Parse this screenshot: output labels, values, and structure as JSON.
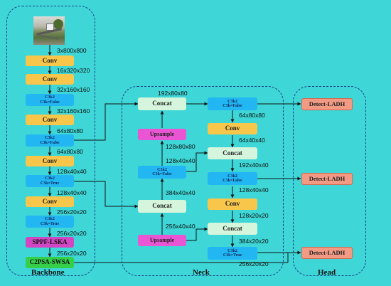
{
  "colors": {
    "background": "#3ed6d6",
    "conv": "#f7c64a",
    "c3k2": "#22b7f2",
    "concat": "#d5f6dc",
    "upsample": "#ea55d3",
    "sppf": "#d246c4",
    "c2psa": "#35cf4a",
    "detect": "#f39a84",
    "region_border": "#1c3f8a"
  },
  "regions": {
    "backbone": "Backbone",
    "neck": "Neck",
    "head": "Head"
  },
  "backbone": {
    "input_dim": "3x800x800",
    "conv1": "Conv",
    "dim1": "16x320x320",
    "conv2": "Conv",
    "dim2": "32x160x160",
    "c3k2_1": {
      "title": "C3k2",
      "sub": "C3k=False"
    },
    "dim3": "32x160x160",
    "conv3": "Conv",
    "dim4": "64x80x80",
    "c3k2_2": {
      "title": "C3k2",
      "sub": "C3k=False"
    },
    "dim5": "64x80x80",
    "conv4": "Conv",
    "dim6": "128x40x40",
    "c3k2_3": {
      "title": "C3k2",
      "sub": "C3k=True"
    },
    "dim7": "128x40x40",
    "conv5": "Conv",
    "dim8": "256x20x20",
    "c3k2_4": {
      "title": "C3k2",
      "sub": "C3k=True"
    },
    "dim9": "256x20x20",
    "sppf": "SPPF-LSKA",
    "dim10": "256x20x20",
    "c2psa": "C2PSA-SWSA"
  },
  "neck": {
    "concat1": "Concat",
    "dim_concat1": "192x80x80",
    "upsample1": "Upsample",
    "dim_up1": "128x80x80",
    "c3k2_a": {
      "title": "C3k2",
      "sub": "C3k=False"
    },
    "dim_c3a": "128x40x40",
    "dim_concat2_in": "384x40x40",
    "concat2": "Concat",
    "upsample2": "Upsample",
    "dim_up2": "256x40x40",
    "c3k2_b": {
      "title": "C3k2",
      "sub": "C3k=False"
    },
    "dim_c3b": "64x80x80",
    "conv_a": "Conv",
    "dim_conv_a": "64x40x40",
    "concat3": "Concat",
    "dim_concat3": "192x40x40",
    "c3k2_c": {
      "title": "C3k2",
      "sub": "C3k=False"
    },
    "dim_c3c": "128x40x40",
    "conv_b": "Conv",
    "dim_conv_b": "128x20x20",
    "concat4": "Concat",
    "dim_concat4": "384x20x20",
    "c3k2_d": {
      "title": "C3k2",
      "sub": "C3k=True"
    },
    "dim_c3d": "256x20x20"
  },
  "head": {
    "detect1": "Detect-LADH",
    "detect2": "Detect-LADH",
    "detect3": "Detect-LADH"
  }
}
